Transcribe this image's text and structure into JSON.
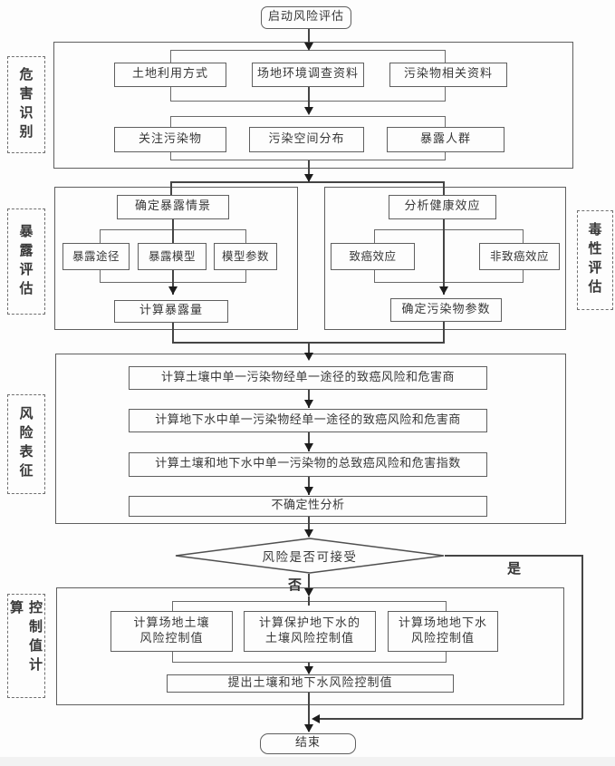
{
  "flow": {
    "start": "启动风险评估",
    "hazard": {
      "side_label": "危害识别",
      "row1": [
        "土地利用方式",
        "场地环境调查资料",
        "污染物相关资料"
      ],
      "row2": [
        "关注污染物",
        "污染空间分布",
        "暴露人群"
      ]
    },
    "exposure": {
      "side_label": "暴露评估",
      "scenario": "确定暴露情景",
      "items": [
        "暴露途径",
        "暴露模型",
        "模型参数"
      ],
      "result": "计算暴露量"
    },
    "toxicity": {
      "side_label": "毒性评估",
      "analyze": "分析健康效应",
      "items": [
        "致癌效应",
        "非致癌效应"
      ],
      "result": "确定污染物参数"
    },
    "characterization": {
      "side_label": "风险表征",
      "steps": [
        "计算土壤中单一污染物经单一途径的致癌风险和危害商",
        "计算地下水中单一污染物经单一途径的致癌风险和危害商",
        "计算土壤和地下水中单一污染物的总致癌风险和危害指数",
        "不确定性分析"
      ]
    },
    "decision": {
      "label": "风险是否可接受",
      "no": "否",
      "yes": "是"
    },
    "control": {
      "side_label": "控制值计算",
      "boxes": [
        "计算场地土壤\n风险控制值",
        "计算保护地下水的\n土壤风险控制值",
        "计算场地地下水\n风险控制值"
      ],
      "result": "提出土壤和地下水风险控制值"
    },
    "end": "结束"
  },
  "colors": {
    "line": "#454545",
    "border": "#5f5f5f",
    "text": "#383838",
    "background": "#fdfdfd",
    "footer_strip": "#f2f2f2"
  }
}
